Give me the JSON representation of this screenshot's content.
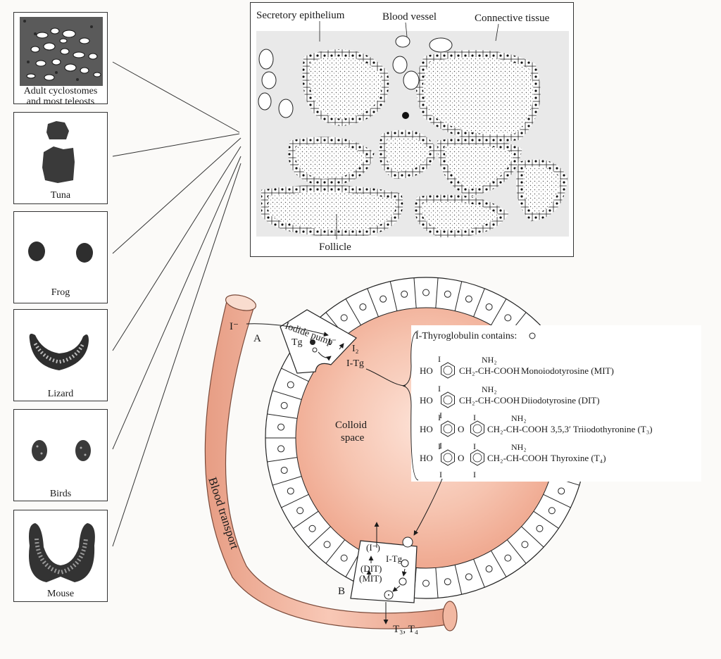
{
  "species": [
    {
      "line1": "Adult cyclostomes",
      "line2": "and most teleosts"
    },
    {
      "line1": "Tuna",
      "line2": ""
    },
    {
      "line1": "Frog",
      "line2": ""
    },
    {
      "line1": "Lizard",
      "line2": ""
    },
    {
      "line1": "Birds",
      "line2": ""
    },
    {
      "line1": "Mouse",
      "line2": ""
    }
  ],
  "histology": {
    "secretory": "Secretory epithelium",
    "vessel": "Blood vessel",
    "connective": "Connective tissue",
    "follicle": "Follicle"
  },
  "follicle_cell": {
    "iodide_ion": "I⁻",
    "pump_label": "Iodide pump",
    "point_a": "A",
    "point_b": "B",
    "tg_label": "Tg",
    "cell_iodide": "I⁻",
    "i2_label": "I₂",
    "itg_label": "I-Tg",
    "colloid_line1": "Colloid",
    "colloid_line2": "space",
    "contains_label": "I-Thyroglobulin contains:",
    "blood_transport": "Blood transport",
    "b_iodide": "(I⁻)",
    "b_itg": "I-Tg",
    "b_dit": "(DIT)",
    "b_mit": "(MIT)",
    "output": "T₃, T₄"
  },
  "compounds": [
    {
      "formula": "CH₂-CH-COOH",
      "name": "Monoiodotyrosine (MIT)",
      "ring2": false
    },
    {
      "formula": "CH₂-CH-COOH",
      "name": "Diiodotyrosine (DIT)",
      "ring2": false
    },
    {
      "formula": "CH₂-CH-COOH",
      "name": "3,5,3′ Triiodothyronine (T₃)",
      "ring2": true
    },
    {
      "formula": "CH₂-CH-COOH",
      "name": "Thyroxine (T₄)",
      "ring2": true
    }
  ],
  "chem_labels": {
    "ho": "HO",
    "nh2": "NH₂",
    "iodo": "I",
    "oxy": "O"
  },
  "colors": {
    "vessel": "#f0b7a1",
    "vessel_edge": "#7a4a3a",
    "colloid": "#f4b9a3",
    "tissue": "#2a2a2a"
  }
}
